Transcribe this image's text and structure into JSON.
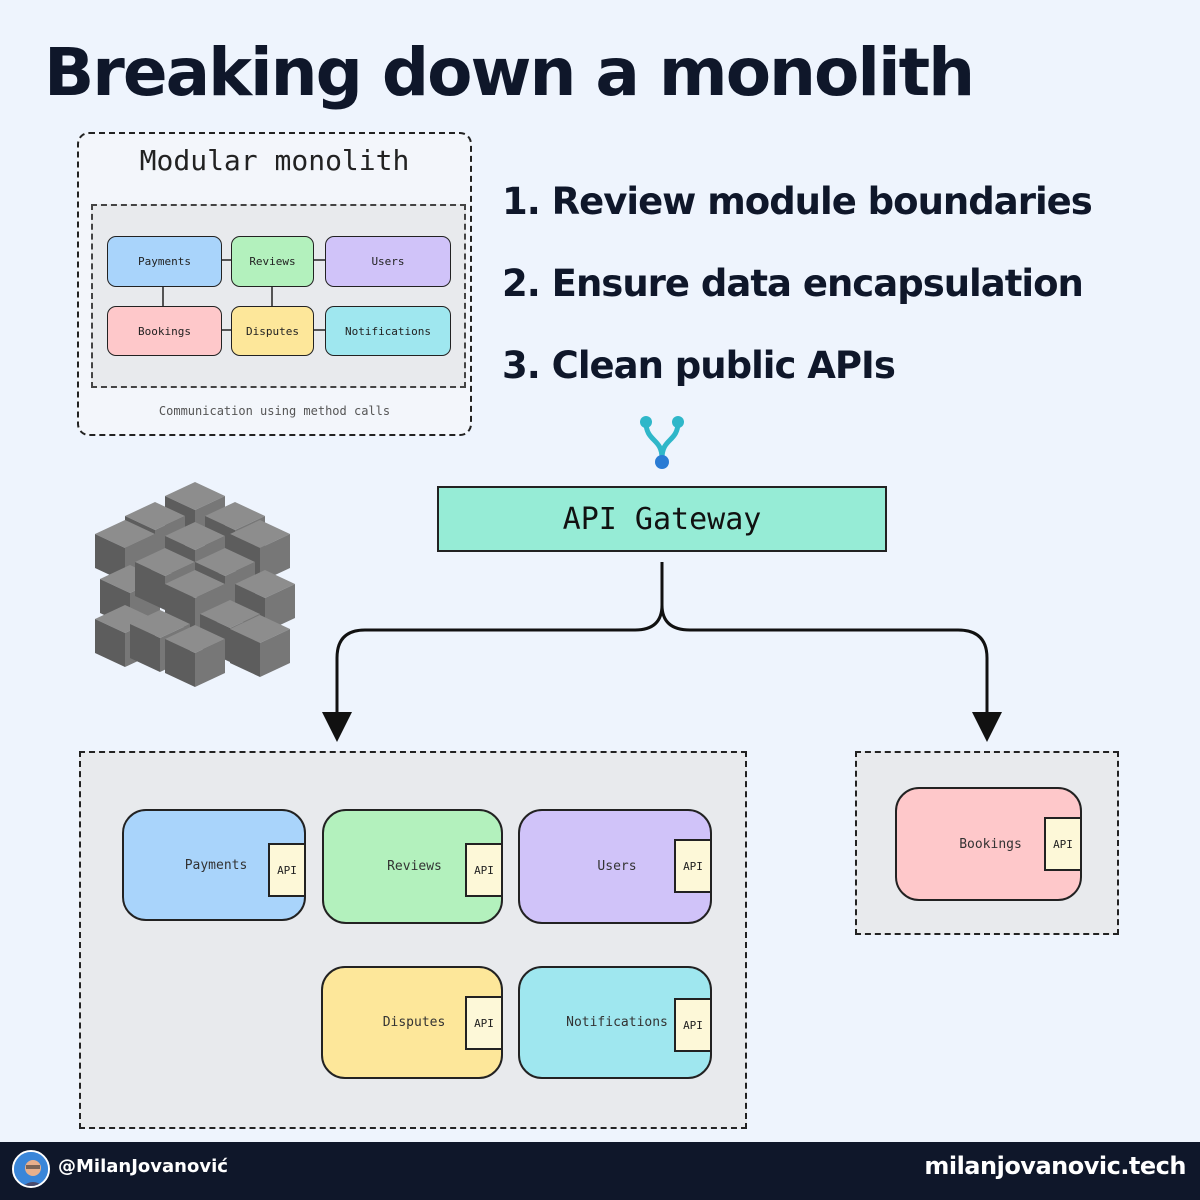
{
  "title": "Breaking down a monolith",
  "steps": [
    "1. Review module boundaries",
    "2. Ensure data encapsulation",
    "3. Clean public APIs"
  ],
  "modular_monolith": {
    "title": "Modular monolith",
    "modules": [
      "Payments",
      "Reviews",
      "Users",
      "Bookings",
      "Disputes",
      "Notifications"
    ],
    "caption": "Communication using method calls"
  },
  "gateway": {
    "label": "API Gateway"
  },
  "services_main": [
    {
      "label": "Payments",
      "api": "API"
    },
    {
      "label": "Reviews",
      "api": "API"
    },
    {
      "label": "Users",
      "api": "API"
    },
    {
      "label": "Disputes",
      "api": "API"
    },
    {
      "label": "Notifications",
      "api": "API"
    }
  ],
  "services_separate": [
    {
      "label": "Bookings",
      "api": "API"
    }
  ],
  "colors": {
    "payments": "#a9d4fb",
    "reviews": "#b3f1bd",
    "users": "#d0c3f9",
    "bookings": "#fec8ca",
    "disputes": "#fde79a",
    "notifications": "#9fe7ef",
    "gateway": "#96ecd6",
    "background": "#eef4fd",
    "footer": "#0f172a"
  },
  "footer": {
    "handle": "@MilanJovanović",
    "site": "milanjovanovic.tech"
  }
}
